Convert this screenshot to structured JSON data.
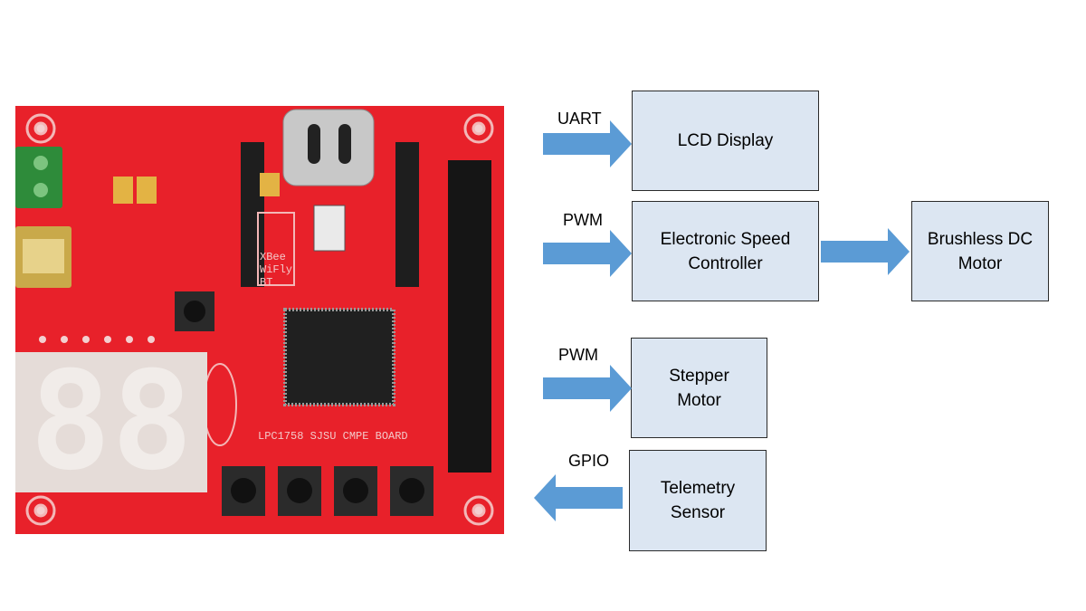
{
  "colors": {
    "box_fill": "#dce6f2",
    "box_border": "#2b2b2b",
    "arrow": "#5b9bd5",
    "board": "#e8212a"
  },
  "board": {
    "board_label": "LPC1758 SJSU CMPE BOARD",
    "module_label": "XBee\nWiFly\nBT",
    "display_digits": "88"
  },
  "blocks": {
    "lcd": "LCD Display",
    "esc": "Electronic Speed\nController",
    "bldc": "Brushless DC\nMotor",
    "stepper": "Stepper\nMotor",
    "telemetry": "Telemetry\nSensor"
  },
  "signals": {
    "lcd": "UART",
    "esc": "PWM",
    "stepper": "PWM",
    "telemetry": "GPIO"
  }
}
